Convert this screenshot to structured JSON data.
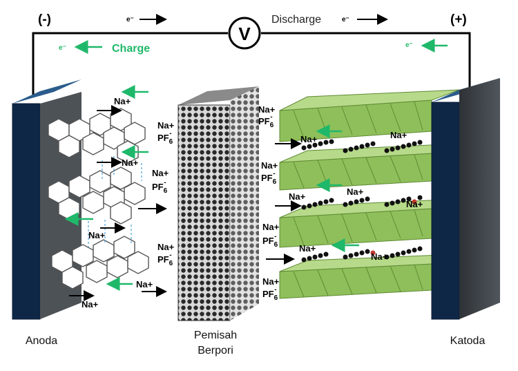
{
  "circuit": {
    "minus_sign": "(-)",
    "plus_sign": "(+)",
    "discharge_label": "Discharge",
    "charge_label": "Charge",
    "voltmeter_symbol": "V",
    "electron_symbol": "e⁻"
  },
  "ions": {
    "sodium": "Na+",
    "pf6_base": "PF",
    "pf6_sub": "6",
    "pf6_sup": "-"
  },
  "components": {
    "anode": "Anoda",
    "separator_line1": "Pemisah",
    "separator_line2": "Berpori",
    "cathode": "Katoda"
  },
  "colors": {
    "electrode": "#0f2747",
    "electrode_side": "#4d5257",
    "charge_arrow": "#1fb86a",
    "cathode_layer": "#8fbf5a",
    "separator": "#3a3a3a"
  }
}
